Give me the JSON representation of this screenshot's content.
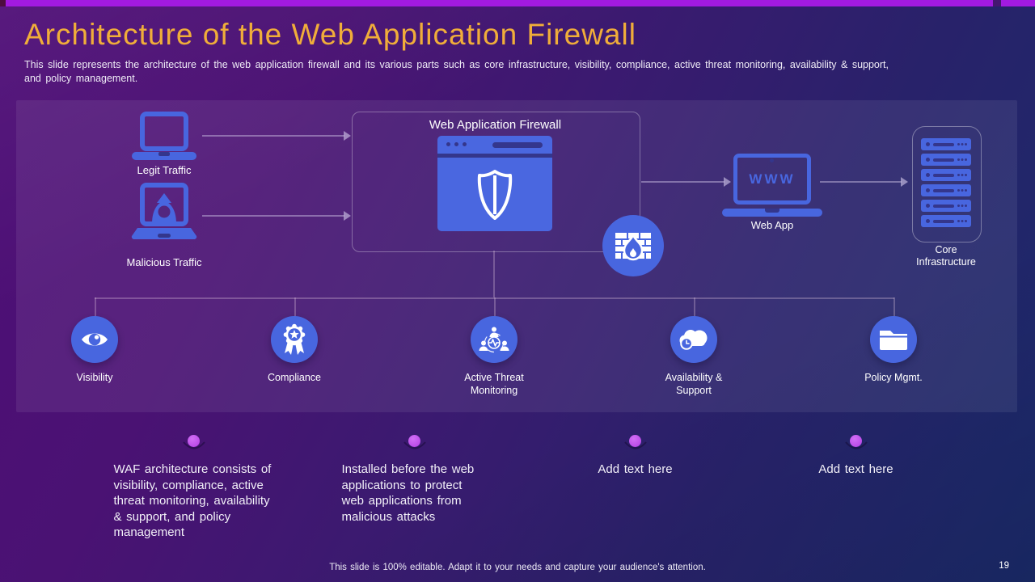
{
  "slide": {
    "title": "Architecture of the Web Application Firewall",
    "subtitle": "This slide represents the architecture of the web application firewall and its various parts such as core infrastructure, visibility, compliance, active threat monitoring, availability & support, and policy management.",
    "footer": "This slide is 100% editable. Adapt it to your needs and capture your audience's attention.",
    "page_number": "19"
  },
  "diagram": {
    "sources": [
      {
        "label": "Legit Traffic",
        "icon": "laptop-icon"
      },
      {
        "label": "Malicious Traffic",
        "icon": "hacker-laptop-icon"
      }
    ],
    "waf": {
      "title": "Web Application Firewall",
      "icon": "browser-shield-icon"
    },
    "firewall_badge": {
      "icon": "firewall-brick-flame-icon"
    },
    "web_app": {
      "label": "Web App",
      "screen_text": "WWW",
      "icon": "laptop-www-icon"
    },
    "core_infrastructure": {
      "label": "Core Infrastructure",
      "icon": "server-stack-icon"
    },
    "components": [
      {
        "label": "Visibility",
        "icon": "eye-icon"
      },
      {
        "label": "Compliance",
        "icon": "award-badge-icon"
      },
      {
        "label": "Active Threat Monitoring",
        "icon": "team-monitoring-icon"
      },
      {
        "label": "Availability & Support",
        "icon": "cloud-clock-icon"
      },
      {
        "label": "Policy Mgmt.",
        "icon": "folder-icon"
      }
    ]
  },
  "notes": [
    {
      "text": "WAF architecture consists of visibility, compliance, active threat monitoring, availability & support, and policy management"
    },
    {
      "text": "Installed before the web applications to protect web applications from malicious attacks"
    },
    {
      "text": "Add text here"
    },
    {
      "text": "Add text here"
    }
  ],
  "colors": {
    "top_strip": "#A21AE0",
    "title_text": "#F0AD3A",
    "icon_blue": "#4866DF",
    "icon_dark": "#34368C",
    "bullet_magenta": "#BD4CEA",
    "background_top_left": "#4F0E77",
    "background_bottom_right": "#1A2B6B"
  }
}
